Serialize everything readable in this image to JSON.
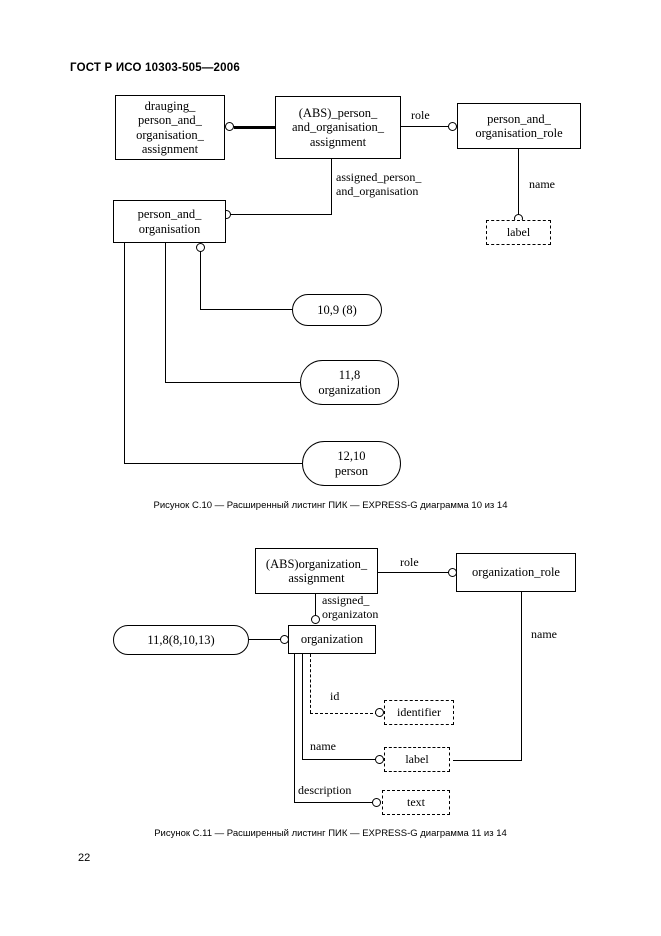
{
  "document": {
    "standard_header": "ГОСТ Р ИСО 10303-505—2006",
    "page_number": "22"
  },
  "figure_c10": {
    "caption": "Рисунок С.10 — Расширенный листинг ПИК — EXPRESS-G диаграмма 10 из 14",
    "entities": {
      "drauging_assignment": "drauging_\nperson_and_\norganisation_\nassignment",
      "abs_person_org_assignment": "(ABS)_person_\nand_organisation_\nassignment",
      "person_and_organisation_role": "person_and_\norganisation_role",
      "person_and_organisation": "person_and_\norganisation"
    },
    "attributes": {
      "role": "role",
      "assigned_person_and_organisation": "assigned_person_\nand_organisation",
      "name": "name"
    },
    "types": {
      "label": "label"
    },
    "page_refs": [
      "10,9 (8)",
      "11,8\norganization",
      "12,10\nperson"
    ]
  },
  "figure_c11": {
    "caption": "Рисунок С.11 — Расширенный листинг ПИК — EXPRESS-G диаграмма 11 из 14",
    "entities": {
      "abs_organization_assignment": "(ABS)organization_\nassignment",
      "organization_role": "organization_role",
      "organization": "organization"
    },
    "attributes": {
      "role": "role",
      "assigned_organizaton": "assigned_\norganizaton",
      "name_role": "name",
      "id": "id",
      "name": "name",
      "description": "description"
    },
    "types": {
      "identifier": "identifier",
      "label": "label",
      "text": "text"
    },
    "page_refs": [
      "11,8(8,10,13)"
    ]
  }
}
